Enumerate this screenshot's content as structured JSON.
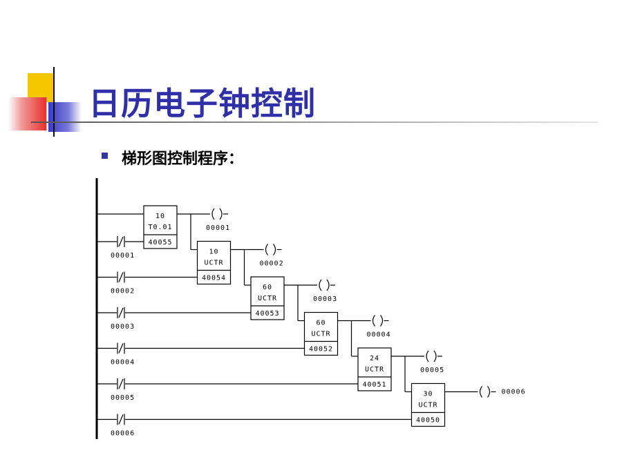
{
  "slide": {
    "title": "日历电子钟控制",
    "subtitle": "梯形图控制程序："
  },
  "colors": {
    "title": "#2f2fa8",
    "bullet": "#3333aa",
    "deco_yellow": "#f5c700",
    "deco_red": "#e8302c",
    "deco_blue": "#3a3ac8"
  },
  "ladder": {
    "rungs": [
      {
        "contact": "",
        "contact_type": "none",
        "block": {
          "preset": "10",
          "type": "T0.01",
          "address": "40055"
        },
        "coil": "00001"
      },
      {
        "contact": "00001",
        "contact_type": "normally-closed",
        "block": {
          "preset": "10",
          "type": "UCTR",
          "address": "40054"
        },
        "coil": "00002"
      },
      {
        "contact": "00002",
        "contact_type": "normally-closed",
        "block": {
          "preset": "60",
          "type": "UCTR",
          "address": "40053"
        },
        "coil": "00003"
      },
      {
        "contact": "00003",
        "contact_type": "normally-closed",
        "block": {
          "preset": "60",
          "type": "UCTR",
          "address": "40052"
        },
        "coil": "00004"
      },
      {
        "contact": "00004",
        "contact_type": "normally-closed",
        "block": {
          "preset": "24",
          "type": "UCTR",
          "address": "40051"
        },
        "coil": "00005"
      },
      {
        "contact": "00005",
        "contact_type": "normally-closed",
        "block": {
          "preset": "30",
          "type": "UCTR",
          "address": "40050"
        },
        "coil": "00006"
      },
      {
        "contact": "00006",
        "contact_type": "normally-closed",
        "block": null,
        "coil": ""
      }
    ]
  }
}
